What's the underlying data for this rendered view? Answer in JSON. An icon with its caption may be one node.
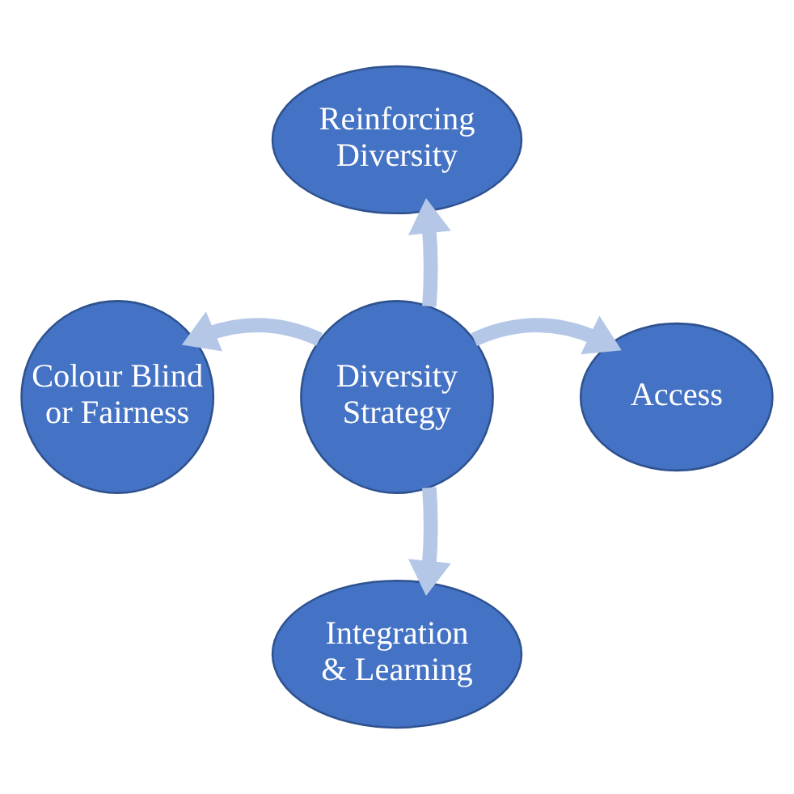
{
  "diagram": {
    "nodes": [
      {
        "text": [
          "Diversity Strategy"
        ]
      },
      {
        "text": [
          "Reinforcing Diversity"
        ]
      },
      {
        "text": [
          "Colour Blind or Fairness"
        ]
      },
      {
        "text": [
          "Access"
        ]
      },
      {
        "text": [
          "Integration & Learning"
        ]
      }
    ],
    "edges": [
      {
        "from": 0,
        "to": 1,
        "arrow": "to"
      },
      {
        "from": 0,
        "to": 2,
        "arrow": "to"
      },
      {
        "from": 0,
        "to": 3,
        "arrow": "to"
      },
      {
        "from": 0,
        "to": 4,
        "arrow": "to"
      }
    ]
  }
}
